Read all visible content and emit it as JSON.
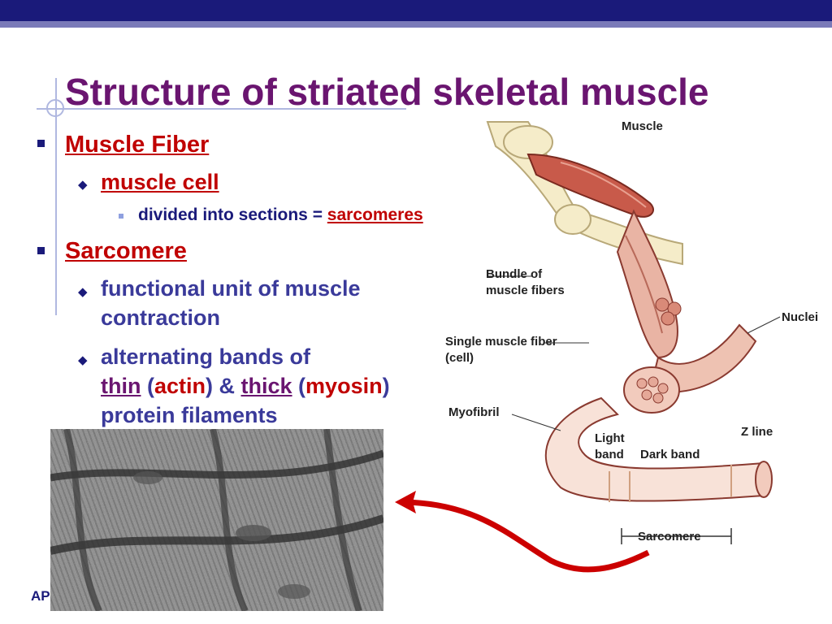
{
  "slide": {
    "title": "Structure of striated skeletal muscle",
    "footer": "AP",
    "bullets": {
      "muscle_fiber": "Muscle Fiber",
      "muscle_cell": "muscle cell",
      "divided_prefix": "divided into sections = ",
      "sarcomeres": "sarcomeres",
      "sarcomere": "Sarcomere",
      "functional_1": "functional unit of muscle",
      "functional_2": "contraction",
      "alternating": "alternating bands of",
      "thin": "thin",
      "paren_open1": " (",
      "actin": "actin",
      "amp": ") & ",
      "thick": "thick",
      "paren_open2": " (",
      "myosin": "myosin",
      "paren_close": ")",
      "protein": "protein filaments"
    }
  },
  "diagram_labels": {
    "muscle": "Muscle",
    "bundle_1": "Bundle of",
    "bundle_2": "muscle fibers",
    "nuclei": "Nuclei",
    "single_1": "Single muscle fiber",
    "single_2": "(cell)",
    "myofibril": "Myofibril",
    "light_1": "Light",
    "light_2": "band",
    "dark": "Dark band",
    "zline": "Z line",
    "sarcomere": "Sarcomere"
  },
  "colors": {
    "title": "#6a1570",
    "accent_red": "#c00000",
    "bullet_blue": "#1a1a7a",
    "topbar": "#1a1a7a"
  }
}
